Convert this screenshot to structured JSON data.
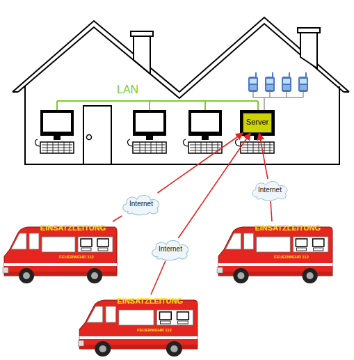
{
  "diagram": {
    "nodes": [
      {
        "text": [
          "Server"
        ]
      },
      {
        "text": [
          "Internet"
        ]
      },
      {
        "text": [
          "Internet"
        ]
      },
      {
        "text": [
          "EINSATZLEITUNG",
          "FEUERWEHR 112"
        ]
      },
      {
        "text": [
          "EINSATZLEITUNG",
          "FEUERWEHR 112"
        ]
      },
      {
        "text": [
          "Internet"
        ]
      },
      {
        "text": [
          "EINSATZLEITUNG",
          "FEUERWEHR 112"
        ]
      }
    ],
    "edges": [
      {
        "from": 3,
        "to": 2,
        "arrow": "none"
      },
      {
        "from": 2,
        "to": 0,
        "arrow": "to"
      },
      {
        "from": 6,
        "to": 5,
        "arrow": "none"
      },
      {
        "from": 5,
        "to": 0,
        "arrow": "to"
      },
      {
        "from": 4,
        "to": 1,
        "arrow": "none"
      },
      {
        "from": 1,
        "to": 0,
        "arrow": "to"
      }
    ],
    "labels": [
      "LAN"
    ]
  }
}
